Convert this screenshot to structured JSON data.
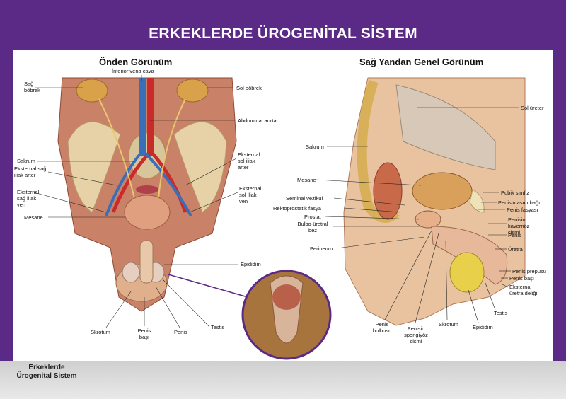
{
  "title": "ERKEKLERDE ÜROGENİTAL SİSTEM",
  "footer": "Erkeklerde Ürogenital Sistem",
  "colors": {
    "header": "#5b2a86",
    "panel": "#ffffff",
    "footer": "#d8d8d8"
  },
  "front": {
    "title": "Önden Görünüm",
    "labels": {
      "inferior_vena_cava": "İnferior vena cava",
      "sag_bobrek": "Sağ böbrek",
      "sol_bobrek": "Sol böbrek",
      "abdominal_aorta": "Abdominal aorta",
      "sakrum": "Sakrum",
      "eksternal_sag_iliak_arter": "Eksternal sağ iliak arter",
      "eksternal_sol_iliak_arter": "Eksternal sol iliak arter",
      "eksternal_sag_iliak_ven": "Eksternal sağ iliak ven",
      "eksternal_sol_iliak_ven": "Eksternal sol iliak ven",
      "mesane": "Mesane",
      "epididim": "Epididim",
      "skrotum": "Skrotum",
      "penis_basi": "Penis başı",
      "penis": "Penis",
      "testis": "Testis"
    }
  },
  "side": {
    "title": "Sağ Yandan Genel Görünüm",
    "labels": {
      "sol_ureter": "Sol üreter",
      "sakrum": "Sakrum",
      "mesane": "Mesane",
      "seminal_vezikul": "Seminal vezikül",
      "rektoprostatik_fasya": "Rektoprostatik fasya",
      "prostat": "Prostat",
      "bulbo_uretral_bez": "Bulbo-üretral bez",
      "perineum": "Perineum",
      "pubik_simfiz": "Pubik simfiz",
      "penisin_asici_bagi": "Penisin asıcı bağı",
      "penis_fasyasi": "Penis fasyası",
      "penisin_kavernoz_cismi": "Penisin kavernöz cismi",
      "penis": "Penis",
      "uretra": "Üretra",
      "penis_prepusu": "Penis prepüsü",
      "penis_basi": "Penis başı",
      "eksternal_uretra_deligi": "Eksternal üretra deliği",
      "testis": "Testis",
      "epididim": "Epididim",
      "skrotum": "Skrotum",
      "penisin_spongiyoz_cismi": "Penisin spongiyöz cismi",
      "penis_bulbusu": "Penis bulbusu"
    }
  }
}
